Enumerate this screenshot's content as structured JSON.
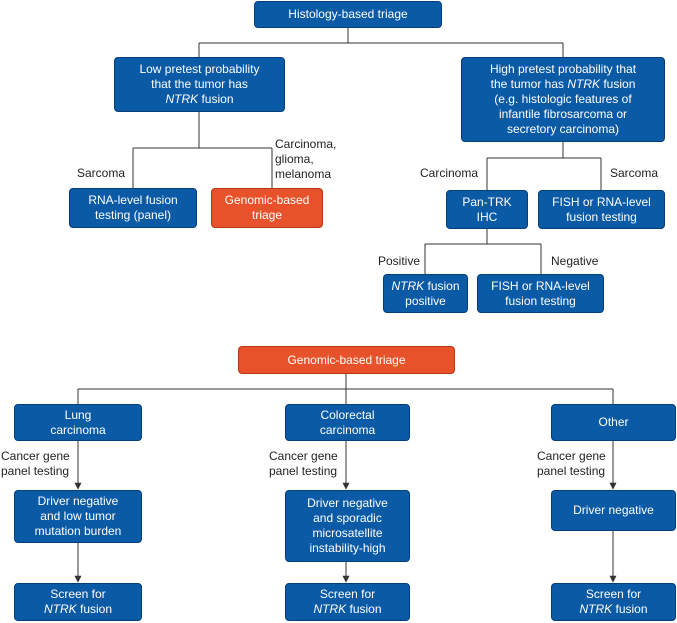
{
  "top": {
    "histology": "Histology-based triage",
    "low": {
      "line1": "Low pretest probability",
      "line2": "that the tumor has",
      "gene": "NTRK",
      "line3": " fusion"
    },
    "high": {
      "line1": "High pretest probability that",
      "line2a": "the tumor has ",
      "gene": "NTRK",
      "line2b": " fusion",
      "line3": "(e.g. histologic features of",
      "line4": "infantile fibrosarcoma or",
      "line5": "secretory carcinoma)"
    },
    "sarcoma_left": "Sarcoma",
    "carcinoma_glioma_melanoma": [
      "Carcinoma,",
      "glioma,",
      "melanoma"
    ],
    "rna_panel": [
      "RNA-level fusion",
      "testing (panel)"
    ],
    "genomic_triage_small": [
      "Genomic-based",
      "triage"
    ],
    "carcinoma_right": "Carcinoma",
    "sarcoma_right": "Sarcoma",
    "pan_trk": [
      "Pan-TRK",
      "IHC"
    ],
    "fish_rna_1": [
      "FISH or RNA-level",
      "fusion testing"
    ],
    "positive": "Positive",
    "negative": "Negative",
    "ntrk_positive": {
      "gene": "NTRK",
      "line1b": " fusion",
      "line2": "positive"
    },
    "fish_rna_2": [
      "FISH or RNA-level",
      "fusion testing"
    ]
  },
  "bottom": {
    "genomic_triage": "Genomic-based triage",
    "cancer_gene_panel": [
      "Cancer gene",
      "panel testing"
    ],
    "screen": {
      "line1": "Screen for",
      "gene": "NTRK",
      "line2b": " fusion"
    },
    "lung": {
      "title": [
        "Lung",
        "carcinoma"
      ],
      "driver": [
        "Driver negative",
        "and low tumor",
        "mutation burden"
      ]
    },
    "colorectal": {
      "title": [
        "Colorectal",
        "carcinoma"
      ],
      "driver": [
        "Driver negative",
        "and sporadic",
        "microsatellite",
        "instability-high"
      ]
    },
    "other": {
      "title": "Other",
      "driver": "Driver negative"
    }
  },
  "colors": {
    "box_blue": "#0b5aa6",
    "box_orange": "#e8522a",
    "line": "#333333"
  }
}
